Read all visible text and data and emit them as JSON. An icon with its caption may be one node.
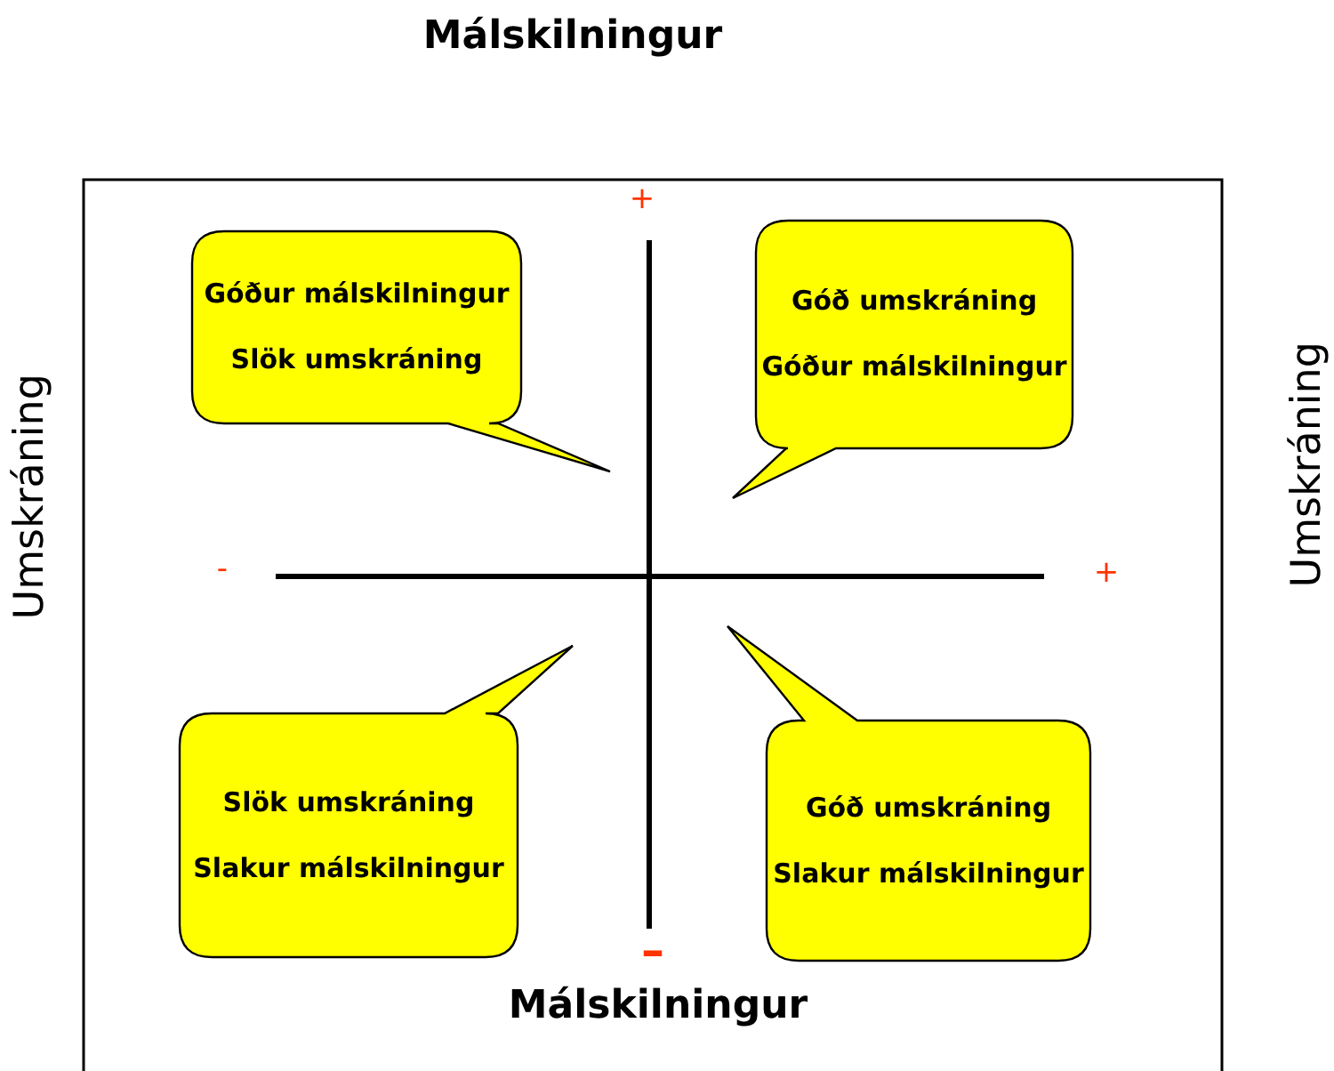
{
  "diagram": {
    "nodes": [
      {
        "text": [
          "Góður málskilningur",
          "Slök umskráning"
        ]
      },
      {
        "text": [
          "Góð umskráning",
          "Góður málskilningur"
        ]
      },
      {
        "text": [
          "Slök umskráning",
          "Slakur málskilningur"
        ]
      },
      {
        "text": [
          "Góð umskráning",
          "Slakur málskilningur"
        ]
      }
    ],
    "labels": [
      "Málskilningur",
      "+",
      "Umskráning",
      "Umskráning",
      "-",
      "+",
      "–",
      "Málskilningur"
    ]
  }
}
